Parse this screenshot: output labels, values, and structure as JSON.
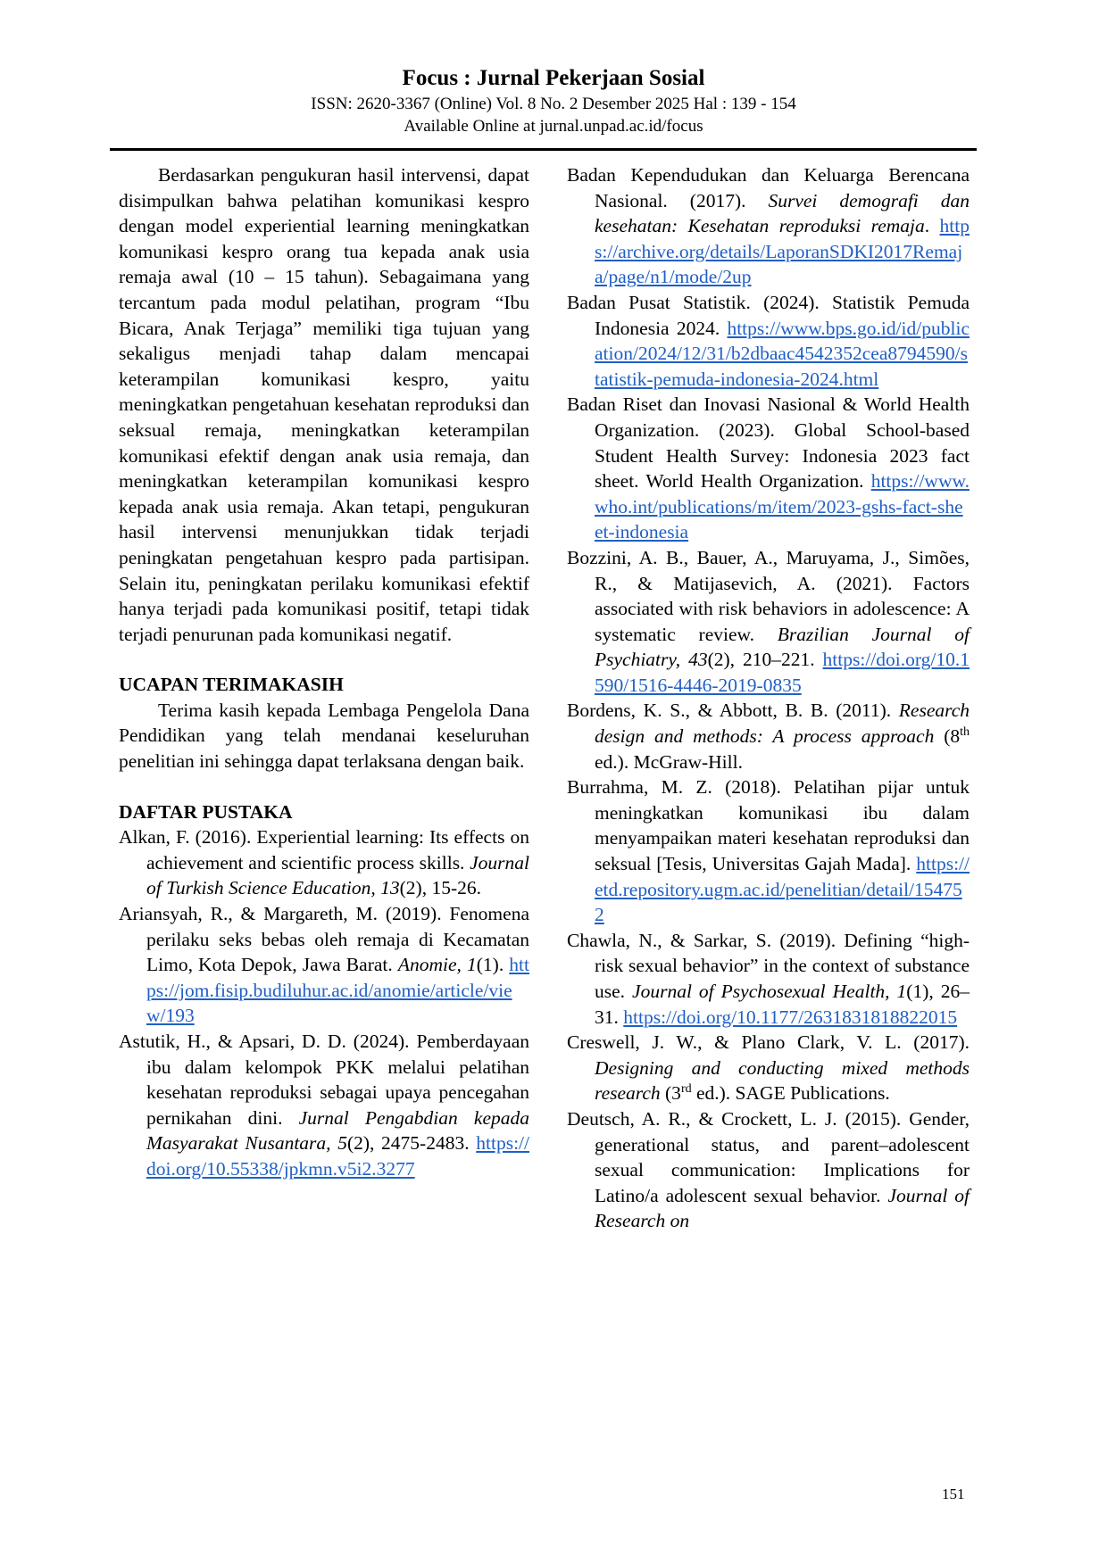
{
  "header": {
    "journal_title": "Focus : Jurnal Pekerjaan Sosial",
    "issn_line": "ISSN: 2620-3367 (Online) Vol. 8 No. 2 Desember 2025 Hal : 139 - 154",
    "available_line": "Available Online at jurnal.unpad.ac.id/focus"
  },
  "body": {
    "conclusion_paragraph": "Berdasarkan pengukuran hasil intervensi, dapat disimpulkan bahwa pelatihan komunikasi kespro dengan model experiential learning meningkatkan komunikasi kespro orang tua kepada anak usia remaja awal (10 – 15 tahun). Sebagaimana yang tercantum pada modul pelatihan, program “Ibu Bicara, Anak Terjaga” memiliki tiga tujuan yang sekaligus menjadi tahap dalam mencapai keterampilan komunikasi kespro, yaitu meningkatkan pengetahuan kesehatan reproduksi dan seksual remaja, meningkatkan keterampilan komunikasi efektif dengan anak usia remaja, dan meningkatkan keterampilan komunikasi kespro kepada anak usia remaja. Akan tetapi, pengukuran hasil intervensi menunjukkan tidak terjadi peningkatan pengetahuan kespro pada partisipan. Selain itu, peningkatan perilaku komunikasi efektif hanya terjadi pada komunikasi positif, tetapi tidak terjadi penurunan pada komunikasi negatif.",
    "acknowledgement_heading": "UCAPAN TERIMAKASIH",
    "acknowledgement_text": "Terima kasih kepada Lembaga Pengelola Dana Pendidikan yang telah mendanai keseluruhan penelitian ini sehingga dapat terlaksana dengan baik.",
    "references_heading": "DAFTAR PUSTAKA"
  },
  "references": [
    {
      "text": "Alkan, F. (2016). Experiential learning: Its effects on achievement and scientific process skills. ",
      "italic": "Journal of Turkish Science Education, 13",
      "after": "(2), 15-26.",
      "link": ""
    },
    {
      "text": "Ariansyah, R., & Margareth, M. (2019). Fenomena perilaku seks bebas oleh remaja di Kecamatan Limo, Kota Depok, Jawa Barat. ",
      "italic": "Anomie, 1",
      "after": "(1). ",
      "link": "https://jom.fisip.budiluhur.ac.id/anomie/article/view/193"
    },
    {
      "text": "Astutik, H., & Apsari, D. D. (2024). Pemberdayaan ibu dalam kelompok PKK melalui pelatihan kesehatan reproduksi sebagai upaya pencegahan pernikahan dini. ",
      "italic": "Jurnal Pengabdian kepada Masyarakat Nusantara, 5",
      "after": "(2), 2475-2483. ",
      "link": "https://doi.org/10.55338/jpkmn.v5i2.3277"
    },
    {
      "text": "Badan Kependudukan dan Keluarga Berencana Nasional. (2017). ",
      "italic": "Survei demografi dan kesehatan: Kesehatan reproduksi remaja",
      "after": ". ",
      "link": "https://archive.org/details/LaporanSDKI2017Remaja/page/n1/mode/2up"
    },
    {
      "text": "Badan Pusat Statistik. (2024). Statistik Pemuda Indonesia 2024. ",
      "italic": "",
      "after": "",
      "link": "https://www.bps.go.id/id/publication/2024/12/31/b2dbaac4542352cea8794590/statistik-pemuda-indonesia-2024.html"
    },
    {
      "text": "Badan Riset dan Inovasi Nasional & World Health Organization. (2023). Global School-based Student Health Survey: Indonesia 2023 fact sheet. World Health Organization. ",
      "italic": "",
      "after": "",
      "link": "https://www.who.int/publications/m/item/2023-gshs-fact-sheet-indonesia"
    },
    {
      "text": "Bozzini, A. B., Bauer, A., Maruyama, J., Simões, R., & Matijasevich, A. (2021). Factors associated with risk behaviors in adolescence: A systematic review. ",
      "italic": "Brazilian Journal of Psychiatry, 43",
      "after": "(2), 210–221. ",
      "link": "https://doi.org/10.1590/1516-4446-2019-0835"
    },
    {
      "text": "Bordens, K. S., & Abbott, B. B. (2011). ",
      "italic": "Research design and methods: A process approach",
      "after": " (8th ed.). McGraw-Hill.",
      "link": ""
    },
    {
      "text": "Burrahma, M. Z. (2018). Pelatihan pijar untuk meningkatkan komunikasi ibu dalam menyampaikan materi kesehatan reproduksi dan seksual [Tesis, Universitas Gajah Mada]. ",
      "italic": "",
      "after": "",
      "link": "https://etd.repository.ugm.ac.id/penelitian/detail/154752"
    },
    {
      "text": "Chawla, N., & Sarkar, S. (2019). Defining “high-risk sexual behavior” in the context of substance use. ",
      "italic": "Journal of Psychosexual Health, 1",
      "after": "(1), 26–31. ",
      "link": "https://doi.org/10.1177/2631831818822015"
    },
    {
      "text": "Creswell, J. W., & Plano Clark, V. L. (2017). ",
      "italic": "Designing and conducting mixed methods research",
      "after": " (3rd ed.). SAGE Publications.",
      "link": ""
    },
    {
      "text": "Deutsch, A. R., & Crockett, L. J. (2015). Gender, generational status, and parent–adolescent sexual communication: Implications for Latino/a adolescent sexual behavior. ",
      "italic": "Journal of Research on",
      "after": "",
      "link": ""
    }
  ],
  "footer": {
    "page_number": "151"
  }
}
